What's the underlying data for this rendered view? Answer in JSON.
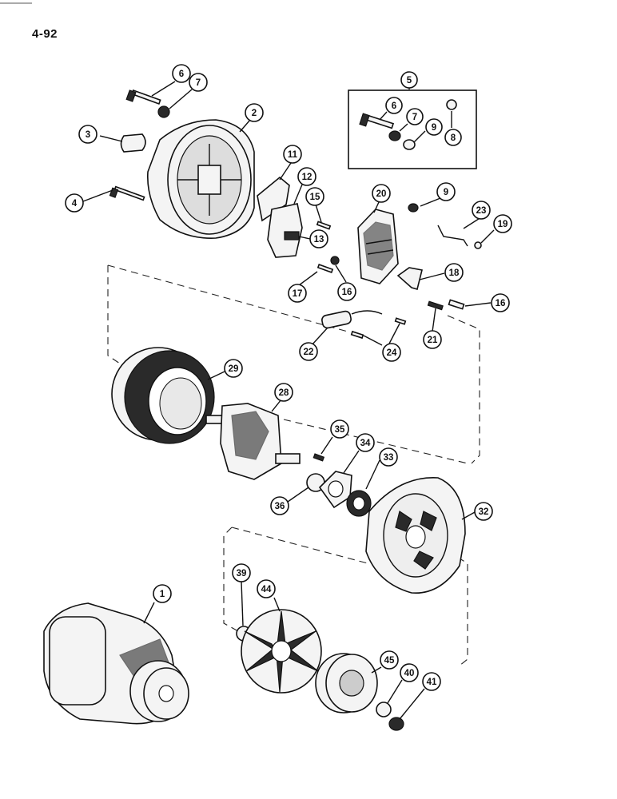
{
  "page_number": "4-92",
  "kit_label": "5",
  "callouts": [
    "6",
    "7",
    "2",
    "3",
    "4",
    "11",
    "12",
    "15",
    "20",
    "9",
    "23",
    "19",
    "13",
    "17",
    "16",
    "18",
    "16",
    "21",
    "22",
    "24",
    "29",
    "28",
    "35",
    "34",
    "33",
    "36",
    "32",
    "1",
    "39",
    "44",
    "45",
    "40",
    "41",
    "6",
    "7",
    "9",
    "8"
  ]
}
